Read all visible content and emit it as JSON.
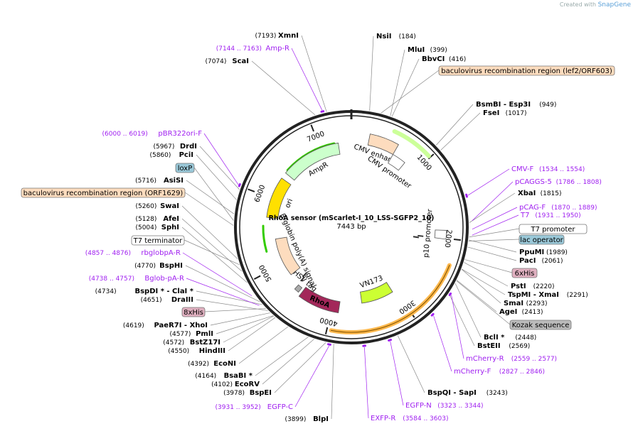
{
  "credit": {
    "prefix": "Created with",
    "brand": "SnapGene"
  },
  "plasmid": {
    "name": "RhoA sensor (mScarlet-I_10_LSS-SGFP2_10)",
    "length_label": "7443 bp",
    "length": 7443
  },
  "ticks": [
    {
      "value": 1000,
      "label": "1000"
    },
    {
      "value": 2000,
      "label": "2000"
    },
    {
      "value": 3000,
      "label": "3000"
    },
    {
      "value": 4000,
      "label": "4000"
    },
    {
      "value": 5000,
      "label": "5000"
    },
    {
      "value": 6000,
      "label": "6000"
    },
    {
      "value": 7000,
      "label": "7000"
    }
  ],
  "features": [
    {
      "name": "CMV enhancer",
      "start": 235,
      "end": 614,
      "color": "#fddcbe",
      "label": "CMV enhancer"
    },
    {
      "name": "CMV promoter",
      "start": 615,
      "end": 818,
      "color": "#ffffff",
      "label": "CMV promoter"
    },
    {
      "name": "p10 promoter",
      "start": 1900,
      "end": 2010,
      "color": "#ffffff",
      "label": "p10 promoter"
    },
    {
      "name": "VN173",
      "start": 3050,
      "end": 3560,
      "color": "#ccff33",
      "label": "VN173"
    },
    {
      "name": "RhoA",
      "start": 3900,
      "end": 4490,
      "color": "#a3285a",
      "label": "RhoA"
    },
    {
      "name": "HSV tag",
      "start": 4530,
      "end": 4600,
      "color": "#aaaaaa",
      "label": "HSV tag"
    },
    {
      "name": "beta-globin poly(A) signal",
      "start": 4790,
      "end": 5400,
      "color": "#fddcbe",
      "label": "β-globin poly(A) signal"
    },
    {
      "name": "ori",
      "start": 5720,
      "end": 6310,
      "color": "#ffe000",
      "label": "ori"
    },
    {
      "name": "AmpR",
      "start": 6400,
      "end": 7260,
      "color": "#ccffcc",
      "label": "AmpR"
    }
  ],
  "site_labels": [
    {
      "name": "XmnI",
      "pos": "(7193)",
      "side": "left"
    },
    {
      "name": "ScaI",
      "pos": "(7074)",
      "side": "left"
    },
    {
      "name": "NsiI",
      "pos": "(184)",
      "side": "right"
    },
    {
      "name": "MluI",
      "pos": "(399)",
      "side": "right"
    },
    {
      "name": "BbvCI",
      "pos": "(416)",
      "side": "right"
    },
    {
      "name": "BsmBI - Esp3I",
      "pos": "(949)",
      "side": "right"
    },
    {
      "name": "FseI",
      "pos": "(1017)",
      "side": "right"
    },
    {
      "name": "XbaI",
      "pos": "(1815)",
      "side": "right"
    },
    {
      "name": "PpuMI",
      "pos": "(1989)",
      "side": "right"
    },
    {
      "name": "PacI",
      "pos": "(2061)",
      "side": "right"
    },
    {
      "name": "PstI",
      "pos": "(2220)",
      "side": "right"
    },
    {
      "name": "TspMI - XmaI",
      "pos": "(2291)",
      "side": "right"
    },
    {
      "name": "SmaI",
      "pos": "(2293)",
      "side": "right"
    },
    {
      "name": "AgeI",
      "pos": "(2413)",
      "side": "right"
    },
    {
      "name": "BclI *",
      "pos": "(2448)",
      "side": "right"
    },
    {
      "name": "BstEII",
      "pos": "(2569)",
      "side": "right"
    },
    {
      "name": "BspQI - SapI",
      "pos": "(3243)",
      "side": "right"
    },
    {
      "name": "BlpI",
      "pos": "(3899)",
      "side": "left"
    },
    {
      "name": "BspEI",
      "pos": "(3978)",
      "side": "left"
    },
    {
      "name": "EcoRV",
      "pos": "(4102)",
      "side": "left"
    },
    {
      "name": "BsaBI *",
      "pos": "(4164)",
      "side": "left"
    },
    {
      "name": "EcoNI",
      "pos": "(4392)",
      "side": "left"
    },
    {
      "name": "HindIII",
      "pos": "(4550)",
      "side": "left"
    },
    {
      "name": "BstZ17I",
      "pos": "(4572)",
      "side": "left"
    },
    {
      "name": "PmlI",
      "pos": "(4577)",
      "side": "left"
    },
    {
      "name": "PaeR7I - XhoI",
      "pos": "(4619)",
      "side": "left"
    },
    {
      "name": "DraIII",
      "pos": "(4651)",
      "side": "left"
    },
    {
      "name": "BspDI * - ClaI *",
      "pos": "(4734)",
      "side": "left"
    },
    {
      "name": "BspHI",
      "pos": "(4770)",
      "side": "left"
    },
    {
      "name": "SphI",
      "pos": "(5004)",
      "side": "left"
    },
    {
      "name": "AfeI",
      "pos": "(5128)",
      "side": "left"
    },
    {
      "name": "SwaI",
      "pos": "(5260)",
      "side": "left"
    },
    {
      "name": "AsiSI",
      "pos": "(5716)",
      "side": "left"
    },
    {
      "name": "PciI",
      "pos": "(5860)",
      "side": "left"
    },
    {
      "name": "DrdI",
      "pos": "(5967)",
      "side": "left"
    }
  ],
  "primer_labels": [
    {
      "name": "Amp-R",
      "pos": "(7144 .. 7163)",
      "side": "left"
    },
    {
      "name": "pBR322ori-F",
      "pos": "(6000 .. 6019)",
      "side": "left"
    },
    {
      "name": "CMV-F",
      "pos": "(1534 .. 1554)",
      "side": "right"
    },
    {
      "name": "pCAGGS-5",
      "pos": "(1786 .. 1808)",
      "side": "right"
    },
    {
      "name": "pCAG-F",
      "pos": "(1870 .. 1889)",
      "side": "right"
    },
    {
      "name": "T7",
      "pos": "(1931 .. 1950)",
      "side": "right"
    },
    {
      "name": "mCherry-R",
      "pos": "(2559 .. 2577)",
      "side": "right"
    },
    {
      "name": "mCherry-F",
      "pos": "(2827 .. 2846)",
      "side": "right"
    },
    {
      "name": "EGFP-N",
      "pos": "(3323 .. 3344)",
      "side": "right"
    },
    {
      "name": "EXFP-R",
      "pos": "(3584 .. 3603)",
      "side": "right"
    },
    {
      "name": "EGFP-C",
      "pos": "(3931 .. 3952)",
      "side": "left"
    },
    {
      "name": "Bglob-pA-R",
      "pos": "(4738 .. 4757)",
      "side": "left"
    },
    {
      "name": "rbglobpA-R",
      "pos": "(4857 .. 4876)",
      "side": "left"
    }
  ],
  "boxed_labels": [
    {
      "text": "baculovirus recombination region (lef2/ORF603)",
      "kind": "misc",
      "color": "#fddcbe"
    },
    {
      "text": "loxP",
      "kind": "protein_bind",
      "color": "#9ac8d8"
    },
    {
      "text": "baculovirus recombination region (ORF1629)",
      "kind": "misc",
      "color": "#fddcbe"
    },
    {
      "text": "T7 terminator",
      "kind": "terminator",
      "color": "#ffffff"
    },
    {
      "text": "8xHis",
      "kind": "tag",
      "color": "#e0b0c0"
    },
    {
      "text": "T7 promoter",
      "kind": "promoter",
      "color": "#ffffff"
    },
    {
      "text": "lac operator",
      "kind": "protein_bind",
      "color": "#9ac8d8"
    },
    {
      "text": "6xHis",
      "kind": "tag",
      "color": "#e0b0c0"
    },
    {
      "text": "Kozak sequence",
      "kind": "misc",
      "color": "#bbbbbb"
    }
  ],
  "colors": {
    "backbone": "#222222",
    "primer": "#a020f0",
    "baculo_arc": "#ffb84d",
    "ampr_arc": "#33cc00",
    "leader_line": "#888888"
  }
}
